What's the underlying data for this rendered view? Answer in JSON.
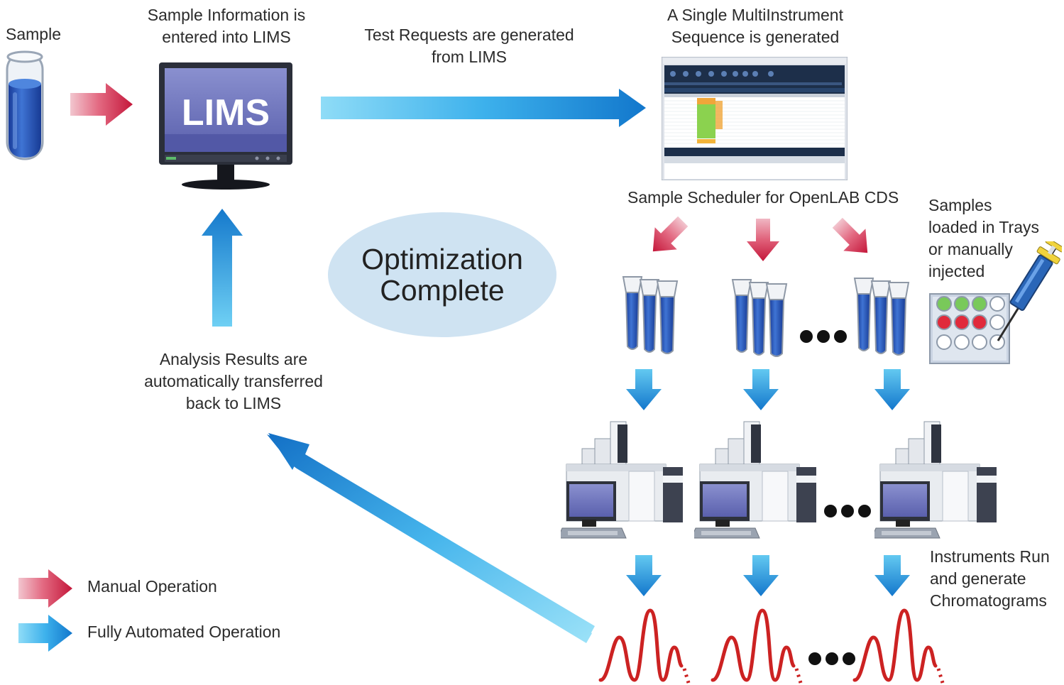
{
  "labels": {
    "sample": "Sample",
    "lims_entry": [
      "Sample Information is",
      "entered into LIMS"
    ],
    "test_requests": [
      "Test Requests are generated",
      "from LIMS"
    ],
    "sequence": [
      "A Single MultiInstrument",
      "Sequence is generated"
    ],
    "scheduler": "Sample Scheduler for OpenLAB CDS",
    "samples_loaded": [
      "Samples",
      "loaded in Trays",
      "or manually",
      "injected"
    ],
    "results": [
      "Analysis Results are",
      "automatically transferred",
      "back to LIMS"
    ],
    "instruments": [
      "Instruments Run",
      "and generate",
      "Chromatograms"
    ],
    "optimization": [
      "Optimization",
      "Complete"
    ],
    "monitor_text": "LIMS"
  },
  "legend": {
    "manual": "Manual Operation",
    "automated": "Fully Automated Operation"
  },
  "colors": {
    "manual_arrow": "#d0334f",
    "automated_arrow": "#1f8fd8",
    "optimization_bubble": "#cfe3f2",
    "monitor_screen": "#6d73b8",
    "chromatogram": "#cc2222"
  },
  "icons": {
    "sample": "test-tube-icon",
    "lims": "computer-monitor-icon",
    "sequence": "software-screenshot-icon",
    "vials": "vial-group-icon",
    "tray": "sample-tray-icon",
    "syringe": "syringe-icon",
    "instrument": "gc-instrument-icon",
    "chromatogram": "chromatogram-icon",
    "ellipsis": "ellipsis-icon"
  }
}
